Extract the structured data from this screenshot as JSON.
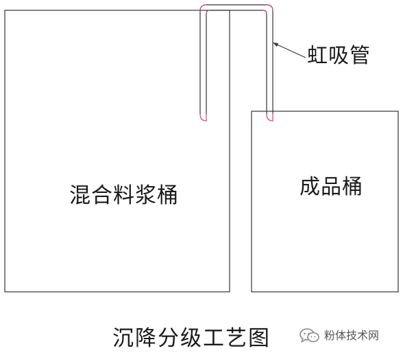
{
  "diagram": {
    "title": "沉降分级工艺图",
    "labels": {
      "mixing_tank": "混合料浆桶",
      "product_tank": "成品桶",
      "siphon": "虹吸管"
    },
    "colors": {
      "line": "#333333",
      "tube_fill": "#ffffff",
      "pipe_tip": "#e03a6a"
    }
  },
  "watermark": {
    "text": "粉体技术网",
    "icon": "wechat-icon"
  }
}
